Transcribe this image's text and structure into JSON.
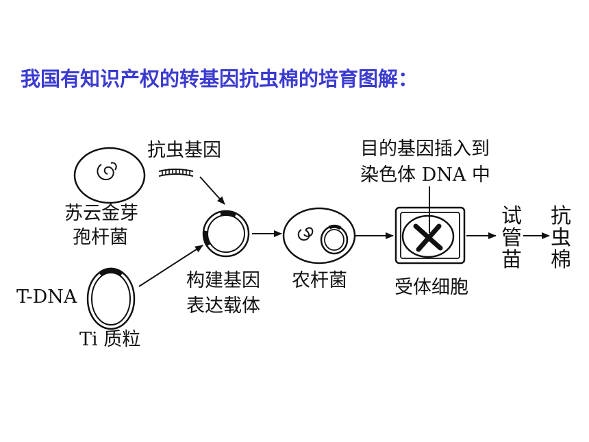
{
  "title": "我国有知识产权的转基因抗虫棉的培育图解：",
  "labels": {
    "bt_gene": "抗虫基因",
    "bacillus_line1": "苏云金芽",
    "bacillus_line2": "孢杆菌",
    "vector_line1": "构建基因",
    "vector_line2": "表达载体",
    "t_dna": "T-DNA",
    "ti_plasmid": "Ti 质粒",
    "agrobacterium": "农杆菌",
    "insert_line1": "目的基因插入到",
    "insert_line2": "染色体 DNA 中",
    "recipient_cell": "受体细胞",
    "test_tube_seedling": "试管苗",
    "insect_resistant_cotton": "抗虫棉"
  }
}
